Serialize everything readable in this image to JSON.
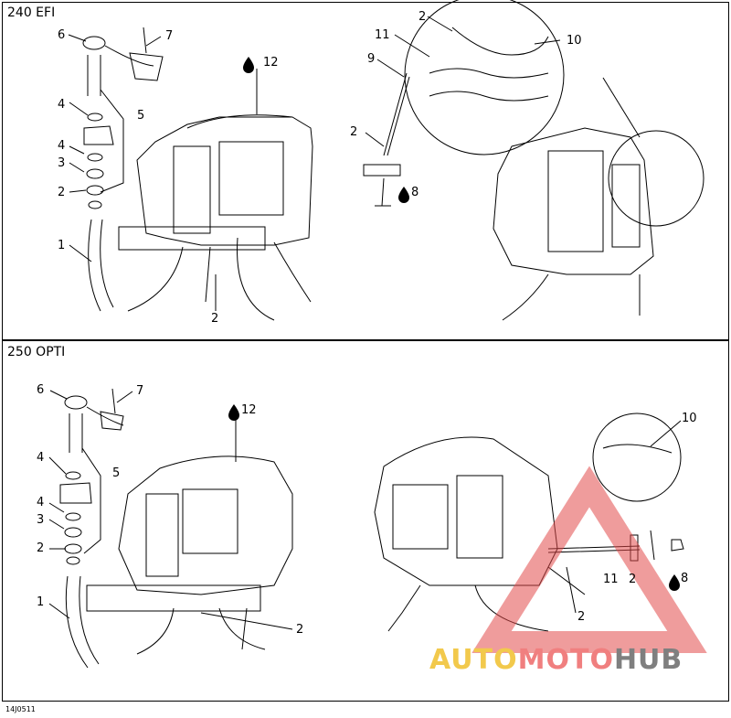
{
  "sections": [
    {
      "title": "240 EFI"
    },
    {
      "title": "250 OPTI"
    }
  ],
  "callouts_top": [
    "6",
    "7",
    "12",
    "4",
    "5",
    "4",
    "3",
    "2",
    "1",
    "2",
    "2",
    "11",
    "9",
    "10",
    "2",
    "8"
  ],
  "callouts_bottom": [
    "6",
    "7",
    "12",
    "4",
    "5",
    "4",
    "3",
    "2",
    "1",
    "2",
    "10",
    "11",
    "2",
    "8",
    "2"
  ],
  "figure_code": "14J0511",
  "watermark": {
    "part1": "AUTO",
    "part2": "MOTO",
    "part3": "HUB"
  },
  "colors": {
    "line": "#000000",
    "wm_yellow": "#f2c94c",
    "wm_red": "#f07f7f",
    "wm_gray": "#7f7f7f"
  }
}
